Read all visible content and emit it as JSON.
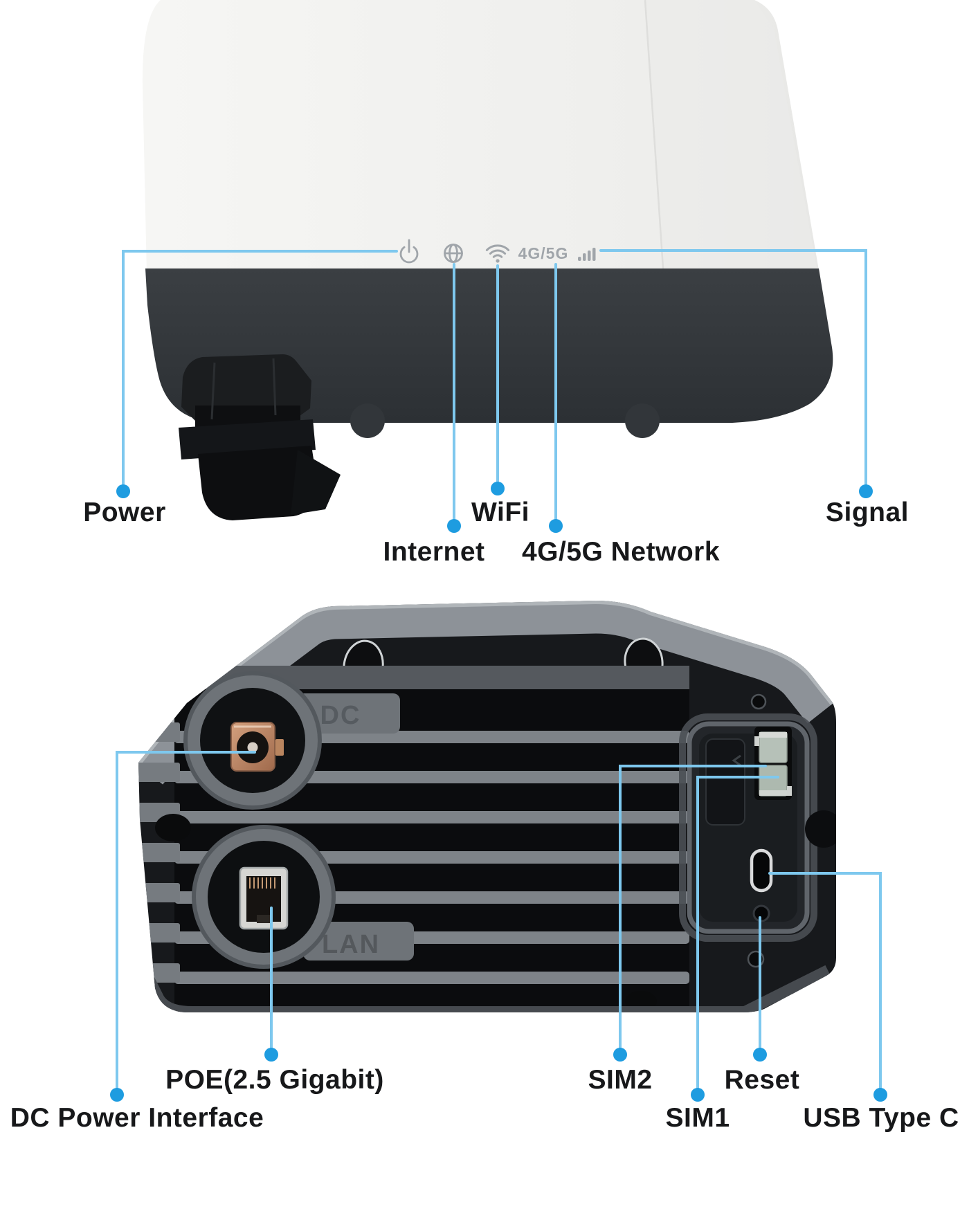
{
  "front_view": {
    "panel_text": {
      "network_mode": "4G/5G"
    },
    "icons": [
      {
        "name": "power-icon"
      },
      {
        "name": "globe-icon"
      },
      {
        "name": "wifi-icon"
      },
      {
        "name": "network-mode-text"
      },
      {
        "name": "signal-strength-icon"
      }
    ],
    "callouts": [
      {
        "id": "power",
        "label": "Power"
      },
      {
        "id": "wifi",
        "label": "WiFi"
      },
      {
        "id": "signal",
        "label": "Signal"
      },
      {
        "id": "internet",
        "label": "Internet"
      },
      {
        "id": "network_4g5g",
        "label": "4G/5G Network"
      }
    ]
  },
  "back_view": {
    "embossed_labels": {
      "dc": "DC",
      "lan": "LAN"
    },
    "callouts": [
      {
        "id": "dc_power",
        "label": "DC Power Interface"
      },
      {
        "id": "poe",
        "label": "POE(2.5 Gigabit)"
      },
      {
        "id": "sim2",
        "label": "SIM2"
      },
      {
        "id": "sim1",
        "label": "SIM1"
      },
      {
        "id": "reset",
        "label": "Reset"
      },
      {
        "id": "usb_type_c",
        "label": "USB Type C"
      }
    ]
  },
  "colors": {
    "callout_line": "#7ec8ee",
    "callout_dot": "#1e9ce0",
    "label_text": "#17181a",
    "device_icon_gray": "#a0a5aa",
    "front_band": "#34383c",
    "back_body": "#17191c"
  }
}
